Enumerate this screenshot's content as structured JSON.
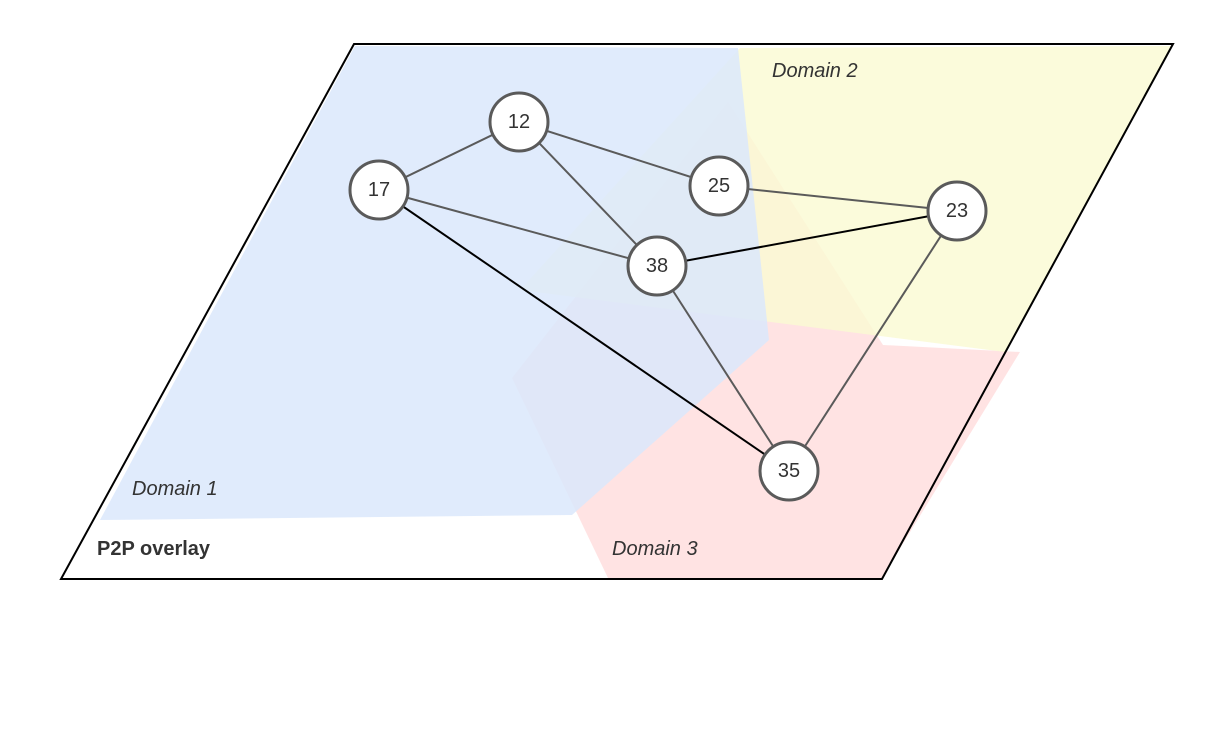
{
  "overlay": {
    "label": "P2P overlay"
  },
  "domains": [
    {
      "id": "d1",
      "label": "Domain 1",
      "color": "#dae8fc"
    },
    {
      "id": "d2",
      "label": "Domain 2",
      "color": "#fafad2"
    },
    {
      "id": "d3",
      "label": "Domain 3",
      "color": "#ffdede"
    }
  ],
  "nodes": [
    {
      "id": "n12",
      "label": "12"
    },
    {
      "id": "n17",
      "label": "17"
    },
    {
      "id": "n25",
      "label": "25"
    },
    {
      "id": "n23",
      "label": "23"
    },
    {
      "id": "n38",
      "label": "38"
    },
    {
      "id": "n35",
      "label": "35"
    }
  ],
  "edges": [
    {
      "from": "n17",
      "to": "n12"
    },
    {
      "from": "n12",
      "to": "n25"
    },
    {
      "from": "n12",
      "to": "n38"
    },
    {
      "from": "n17",
      "to": "n38"
    },
    {
      "from": "n25",
      "to": "n23"
    },
    {
      "from": "n38",
      "to": "n23",
      "emphasis": "dark"
    },
    {
      "from": "n17",
      "to": "n35",
      "emphasis": "dark"
    },
    {
      "from": "n38",
      "to": "n35"
    },
    {
      "from": "n23",
      "to": "n35"
    }
  ]
}
